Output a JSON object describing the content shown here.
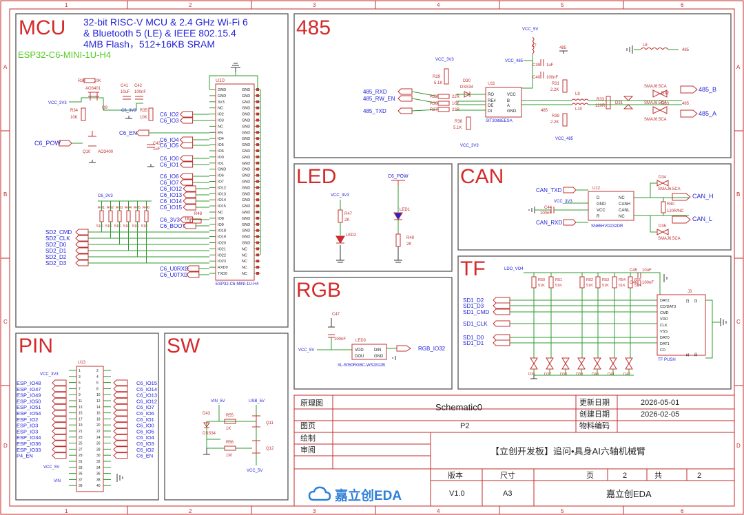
{
  "colors": {
    "frame": "#c42a2a",
    "section_title": "#d42a2a",
    "net_label": "#2323d8",
    "wire": "#2e9a2e",
    "component": "#c03030",
    "chip_note": "#55cc22"
  },
  "ruler": {
    "top": [
      "1",
      "2",
      "3",
      "4",
      "5",
      "6"
    ],
    "side": [
      "A",
      "B",
      "C",
      "D"
    ]
  },
  "sections": {
    "mcu": "MCU",
    "p485": "485",
    "led": "LED",
    "can": "CAN",
    "rgb": "RGB",
    "tf": "TF",
    "pin": "PIN",
    "sw": "SW"
  },
  "mcu": {
    "desc": [
      "32-bit RISC-V MCU & 2.4 GHz Wi-Fi 6",
      "& Bluetooth 5 (LE) & IEEE 802.15.4",
      "4MB Flash，512+16KB SRAM"
    ],
    "chip_name": "ESP32-C6-MINI-1U-H4",
    "u10": "U10",
    "u10_left_pins": [
      "GND",
      "GND",
      "3V3",
      "NC",
      "IO2",
      "IO3",
      "NC",
      "EN",
      "IO4",
      "IO5",
      "IO6",
      "IO0",
      "IO1",
      "GND",
      "IO6",
      "IO7",
      "IO12",
      "IO13",
      "IO14",
      "IO15",
      "NC",
      "IO8",
      "IO9",
      "IO18",
      "IO19",
      "IO20",
      "IO21",
      "IO22",
      "IO23",
      "RXD0",
      "TXD0"
    ],
    "u10_right_pins": [
      "GND",
      "GND",
      "GND",
      "GND",
      "GND",
      "GND",
      "GND",
      "GND",
      "GND",
      "GND",
      "GND",
      "GND",
      "GND",
      "GND",
      "GND",
      "GND",
      "GND",
      "GND",
      "GND",
      "GND",
      "GND",
      "GND",
      "GND",
      "GND",
      "GND",
      "GND",
      "NC",
      "NC",
      "NC",
      "NC",
      "NC"
    ],
    "u10_part": "ESP32-C6-MINI-1U-H4",
    "net_left": [
      "C6_IO2",
      "C6_IO3",
      "C6_EN",
      "C6_IO4",
      "C6_IO5",
      "C6_IO0",
      "C6_IO1",
      "C6_IO6",
      "C6_IO7",
      "C6_IO12",
      "C6_IO13",
      "C6_IO14",
      "C6_IO15",
      "C6_3V3",
      "C6_BOOT",
      "C6_U0RXD",
      "C6_U0TXD"
    ],
    "sd_nets": [
      "SD2_CMD",
      "SD2_CLK",
      "SD2_D0",
      "SD2_D1",
      "SD2_D2",
      "SD2_D3"
    ],
    "vcc3v3": "VCC_3V3",
    "c6_pow": "C6_POW",
    "c6_3v3": "C6_3V3",
    "parts": {
      "r30": "R30",
      "r30v": "10K",
      "q9": "Q9",
      "ao3401": "AO3401",
      "c41": "C41",
      "c41v": "10uF",
      "c42": "C42",
      "c42v": "100nF",
      "r34": "R34",
      "r34v": "10K",
      "r35": "R35",
      "r35v": "10K",
      "c43": "C43",
      "c43v": "1uF",
      "q10": "Q10",
      "ao3400": "AO3400",
      "r48": "R48",
      "r48v": "1K",
      "r_pull": [
        "R41",
        "R42",
        "R43",
        "R44",
        "R45",
        "R46"
      ],
      "r_pull_v": "51K"
    }
  },
  "p485": {
    "nets_left": [
      "485_RXD",
      "485_RW_EN",
      "485_TXD"
    ],
    "vcc3v3": "VCC_3V3",
    "vcc5v": "VCC_5V",
    "vcc485": "VCC_485",
    "out": [
      "485_B",
      "485_A",
      "485"
    ],
    "parts": {
      "r29": "R29",
      "r29v": "5.1K",
      "r32": "R32",
      "r36": "R36",
      "r37": "R37",
      "r22": "22R",
      "r10k": "10K",
      "d30": "D30",
      "dss34": "DSS34",
      "u11": "U11",
      "u11_part": "SIT3088EESA",
      "u11_left": [
        "RO",
        "RE#",
        "DE",
        "DI"
      ],
      "u11_right": [
        "VCC",
        "B",
        "A",
        "GND"
      ],
      "r38": "R38",
      "r38v": "5.1K",
      "l7": "L7",
      "c39": "C39",
      "c39v": "1uF",
      "c40": "C40",
      "c40v": "100nF",
      "r31": "R31",
      "r31v": "2.2K",
      "r39": "R39",
      "r39v": "2.2K",
      "l9": "L9",
      "l10": "L10",
      "r33": "R33",
      "r33v": "120R",
      "d31": "D31",
      "d32": "D32",
      "d33": "D33",
      "smaj": "SMAJ6.5CA",
      "l8": "L8"
    }
  },
  "led": {
    "vcc3v3": "VCC_3V3",
    "c6_pow": "C6_POW",
    "r47": "R47",
    "r47v": "2K",
    "led2": "LED2",
    "led1": "LED1",
    "r49": "R49",
    "r49v": "2K"
  },
  "can": {
    "nets": [
      "CAN_TXD",
      "CAN_RXD"
    ],
    "out": [
      "CAN_H",
      "CAN_L"
    ],
    "vcc3v3": "VCC_3V3",
    "c44": "C44",
    "c44v": "100nF",
    "u12": "U12",
    "u12_part": "SN65HVD232DR",
    "u12_left": [
      "D",
      "GND",
      "VCC",
      "R"
    ],
    "u12_right": [
      "NC",
      "CANH",
      "CANL",
      "NC"
    ],
    "d34": "D34",
    "d35": "D35",
    "smaj": "SMAJ6.5CA",
    "r40": "R40",
    "r40v": "120R/NC"
  },
  "rgb": {
    "vcc5v": "VCC_5V",
    "c47": "C47",
    "c47v": "100nF",
    "led3": "LED3",
    "pins": [
      "VDD",
      "DOU",
      "DIN",
      "GND"
    ],
    "part": "XL-5050RGBC-WS2812B",
    "net": "RGB_IO32"
  },
  "tf": {
    "ldo": "LDO_VO4",
    "c45": "C45",
    "c45v": "10uF",
    "c46": "C46",
    "c46v": "100nF",
    "nets": [
      "SD1_D2",
      "SD1_D3",
      "SD1_CMD",
      "SD1_CLK",
      "SD1_D0",
      "SD1_D1"
    ],
    "resistors": [
      "R50",
      "R51",
      "R52",
      "R53",
      "R54",
      "R55"
    ],
    "rv": "51K",
    "j3": "J3",
    "j3_pins": [
      "DAT2",
      "CD/DAT3",
      "CMD",
      "VDD",
      "CLK",
      "VSS",
      "DAT0",
      "DAT1",
      "CD"
    ],
    "j3_part": "TF PUSH",
    "diodes": [
      "D36",
      "D37",
      "D38",
      "D39",
      "D40",
      "D41",
      "D42"
    ],
    "j3_side": [
      "13",
      "12",
      "11",
      "10"
    ]
  },
  "pin": {
    "u13": "U13",
    "vcc3v3": "VCC_3V3",
    "vcc5v": "VCC_5V",
    "vin": "VIN",
    "left": [
      "ESP_IO48",
      "ESP_IO47",
      "ESP_IO49",
      "ESP_IO50",
      "ESP_IO51",
      "ESP_IO54",
      "ESP_IO2",
      "ESP_IO3",
      "ESP_IO3",
      "ESP_IO34",
      "ESP_IO36",
      "ESP_IO33",
      "P4_EN"
    ],
    "right": [
      "C6_IO15",
      "C6_IO14",
      "C6_IO13",
      "C6_IO12",
      "C6_IO7",
      "C6_IO6",
      "C6_IO1",
      "C6_IO0",
      "C6_IO5",
      "C6_IO4",
      "C6_IO3",
      "C6_IO2",
      "C6_EN"
    ],
    "odd": [
      "1",
      "3",
      "5",
      "7",
      "9",
      "11",
      "13",
      "15",
      "17",
      "19",
      "21",
      "23",
      "25",
      "27",
      "29",
      "31",
      "33",
      "35",
      "37",
      "39"
    ],
    "even": [
      "2",
      "4",
      "6",
      "8",
      "10",
      "12",
      "14",
      "16",
      "18",
      "20",
      "22",
      "24",
      "26",
      "28",
      "30",
      "32",
      "34",
      "36",
      "38",
      "40"
    ]
  },
  "sw": {
    "vin5v": "VIN_5V",
    "usb5v": "USB_5V",
    "vcc5v": "VCC_5V",
    "d43": "D43",
    "dss34": "DSS34",
    "r55": "R55",
    "r55v": "1K",
    "r56": "R56",
    "r56v": "1M",
    "q11": "Q11",
    "q12": "Q12"
  },
  "title_block": {
    "schematic_label": "原理图",
    "schematic_value": "Schematic0",
    "page_label": "图页",
    "page_value": "P2",
    "drawn_label": "绘制",
    "review_label": "审阅",
    "update_label": "更新日期",
    "update_value": "2026-05-01",
    "create_label": "创建日期",
    "create_value": "2026-02-05",
    "material_label": "物料编码",
    "project": "【立创开发板】追问•具身AI六轴机械臂",
    "version_label": "版本",
    "size_label": "尺寸",
    "page_no_label": "页",
    "page_no": "2",
    "total_label": "共",
    "total": "2",
    "version": "V1.0",
    "size": "A3",
    "company": "嘉立创EDA",
    "logo_text": "嘉立创EDA"
  }
}
